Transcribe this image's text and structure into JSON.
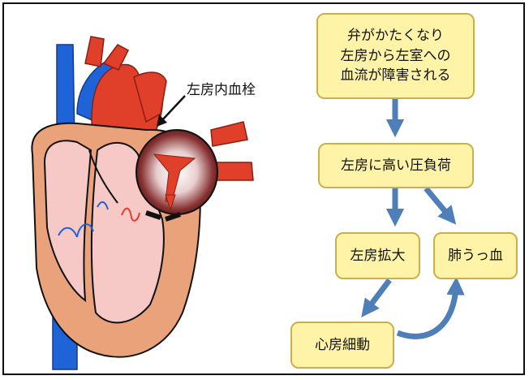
{
  "heart": {
    "label": "左房内血栓"
  },
  "flow": {
    "box1_lines": [
      "弁がかたくなり",
      "左房から左室への",
      "血流が障害される"
    ],
    "box2": "左房に高い圧負荷",
    "box3": "左房拡大",
    "box4": "肺うっ血",
    "box5": "心房細動"
  },
  "colors": {
    "box_fill": "#fff3a8",
    "box_border": "#c9b04a",
    "arrow": "#4f7fb8",
    "aorta_red": "#e0402a",
    "vein_blue": "#1f63d8",
    "muscle": "#e9a27a",
    "inner_pink": "#f6c9c6"
  }
}
